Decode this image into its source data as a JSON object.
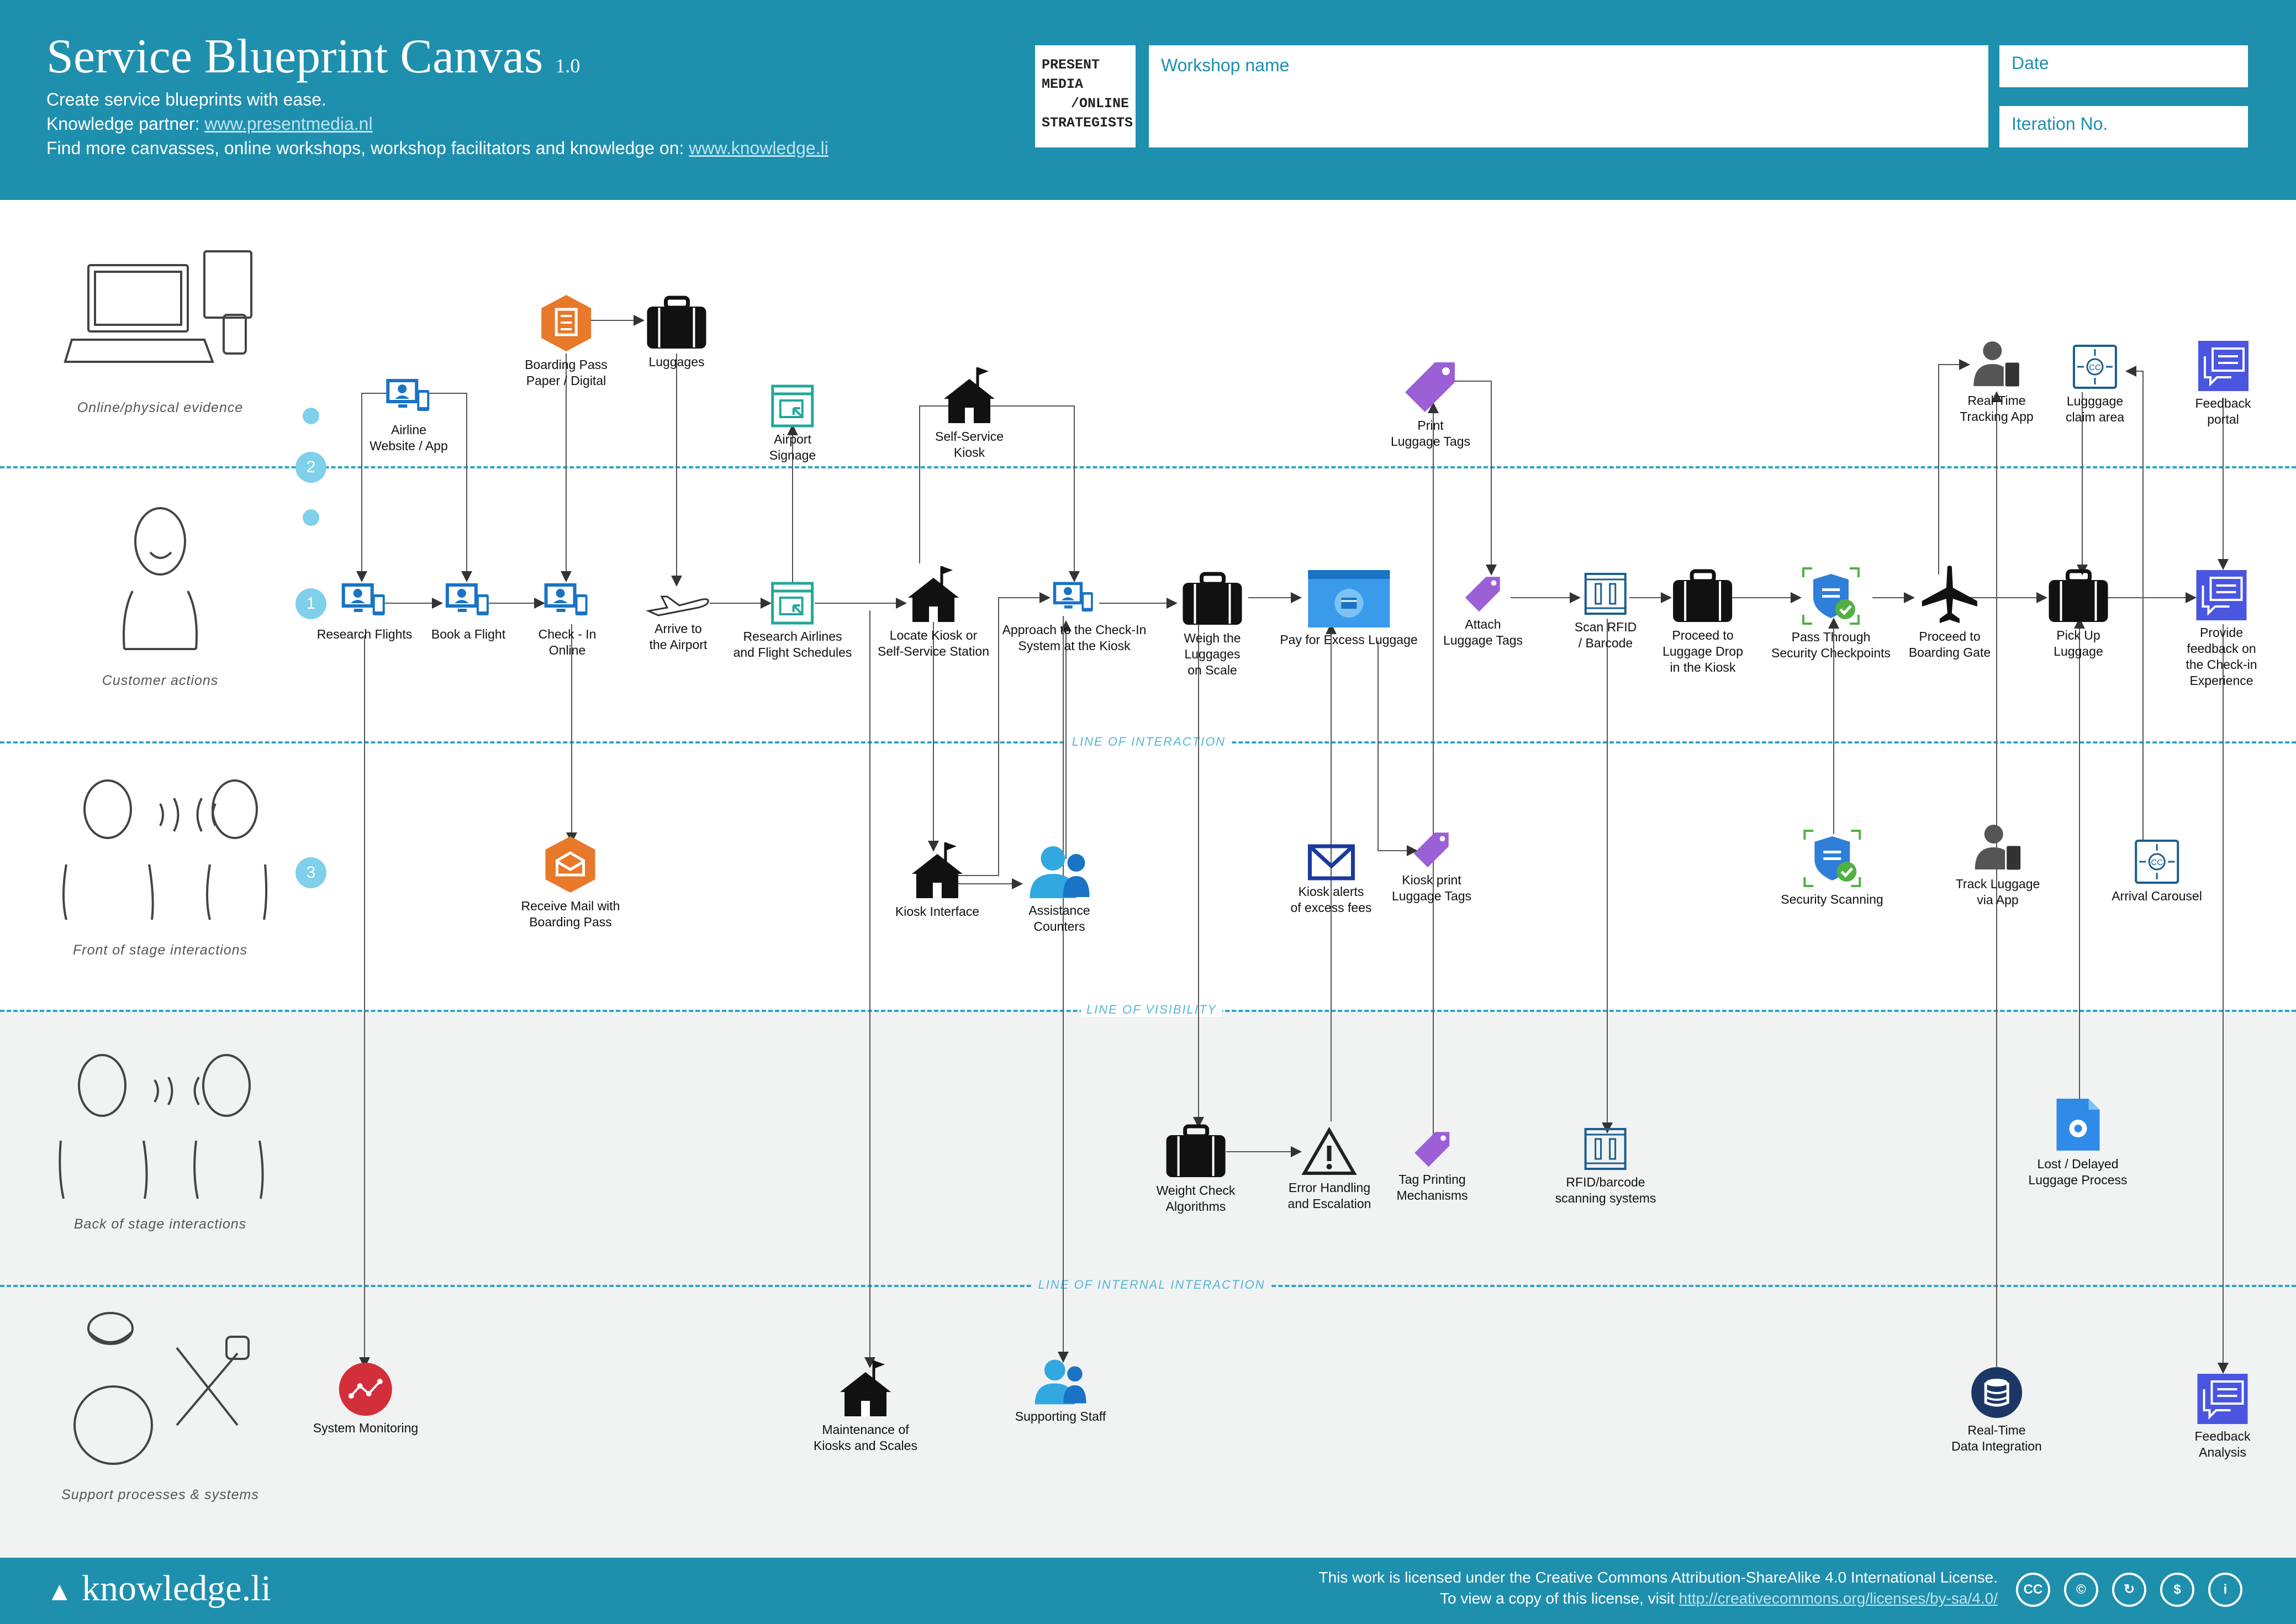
{
  "header": {
    "title": "Service Blueprint Canvas",
    "version": "1.0",
    "tagline": "Create service blueprints with ease.",
    "partner_prefix": "Knowledge partner: ",
    "partner_link": "www.presentmedia.nl",
    "more_prefix": "Find more canvasses, online workshops, workshop facilitators and knowledge on: ",
    "more_link": "www.knowledge.li",
    "logo_lines": [
      "PRESENT",
      "MEDIA",
      "/ONLINE",
      "STRATEGISTS"
    ],
    "workshop_placeholder": "Workshop name",
    "date_placeholder": "Date",
    "iteration_placeholder": "Iteration No."
  },
  "lanes": {
    "evidence": "Online/physical evidence",
    "customer": "Customer actions",
    "front": "Front of stage interactions",
    "back": "Back of stage interactions",
    "support": "Support processes & systems"
  },
  "lines": {
    "interaction": "LINE OF INTERACTION",
    "visibility": "LINE OF VISIBILITY",
    "internal": "LINE OF INTERNAL INTERACTION"
  },
  "markers": [
    "1",
    "2",
    "3"
  ],
  "nodes": {
    "airline_website": "Airline\nWebsite / App",
    "boarding_pass": "Boarding Pass\nPaper / Digital",
    "luggages": "Luggages",
    "airport_signage": "Airport\nSignage",
    "self_service_kiosk": "Self-Service\nKiosk",
    "print_luggage_tags": "Print\nLuggage Tags",
    "realtime_tracking_app": "Real-Time\nTracking App",
    "luggage_claim_area": "Lugggage\nclaim area",
    "feedback_portal": "Feedback portal",
    "research_flights": "Research Flights",
    "book_flight": "Book a Flight",
    "check_in_online": "Check - In\nOnline",
    "arrive_airport": "Arrive to\nthe Airport",
    "research_airlines": "Research Airlines\nand Flight Schedules",
    "locate_kiosk": "Locate Kiosk or\nSelf-Service Station",
    "approach_checkin": "Approach to the Check-In\nSystem at the Kiosk",
    "weigh_luggages": "Weigh the\nLuggages\non Scale",
    "pay_excess": "Pay for Excess Luggage",
    "attach_tags": "Attach\nLuggage Tags",
    "scan_rfid": "Scan RFID\n/ Barcode",
    "proceed_drop": "Proceed to\nLuggage Drop\nin the Kiosk",
    "pass_security": "Pass Through\nSecurity Checkpoints",
    "proceed_gate": "Proceed to\nBoarding Gate",
    "pick_up_luggage": "Pick Up\nLuggage",
    "provide_feedback": "Provide feedback on\nthe Check-in Experience",
    "receive_mail": "Receive Mail with\nBoarding Pass",
    "kiosk_interface": "Kiosk Interface",
    "assistance_counters": "Assistance\nCounters",
    "kiosk_alerts": "Kiosk alerts\nof excess fees",
    "kiosk_print_tags": "Kiosk print\nLuggage Tags",
    "security_scanning": "Security Scanning",
    "track_luggage_app": "Track Luggage\nvia App",
    "arrival_carousel": "Arrival Carousel",
    "weight_check": "Weight Check\nAlgorithms",
    "error_handling": "Error Handling\nand Escalation",
    "tag_printing": "Tag Printing\nMechanisms",
    "rfid_scanning": "RFID/barcode\nscanning systems",
    "lost_delayed": "Lost / Delayed\nLuggage Process",
    "system_monitoring": "System Monitoring",
    "maintenance_kiosks": "Maintenance of\nKiosks and Scales",
    "supporting_staff": "Supporting Staff",
    "realtime_integration": "Real-Time\nData Integration",
    "feedback_analysis": "Feedback Analysis"
  },
  "footer": {
    "logo": "knowledge.li",
    "license_line1": "This work is licensed under the Creative Commons Attribution-ShareAlike 4.0 International License.",
    "license_prefix": "To view a copy of this license, visit ",
    "license_link": "http://creativecommons.org/licenses/by-sa/4.0/",
    "cc_icons": [
      "CC",
      "©",
      "↻",
      "$",
      "i"
    ]
  },
  "colors": {
    "header_bg": "#1f8fae",
    "dashed_line": "#2aa6c8",
    "gray_band": "#f1f2f2",
    "azure_blue": "#1a73c4",
    "aws_orange": "#e8782a",
    "purple_tag": "#9b5fd6",
    "teal_green": "#22a89a",
    "alert_red": "#d32f3a",
    "feedback_indigo": "#4a56e0"
  }
}
